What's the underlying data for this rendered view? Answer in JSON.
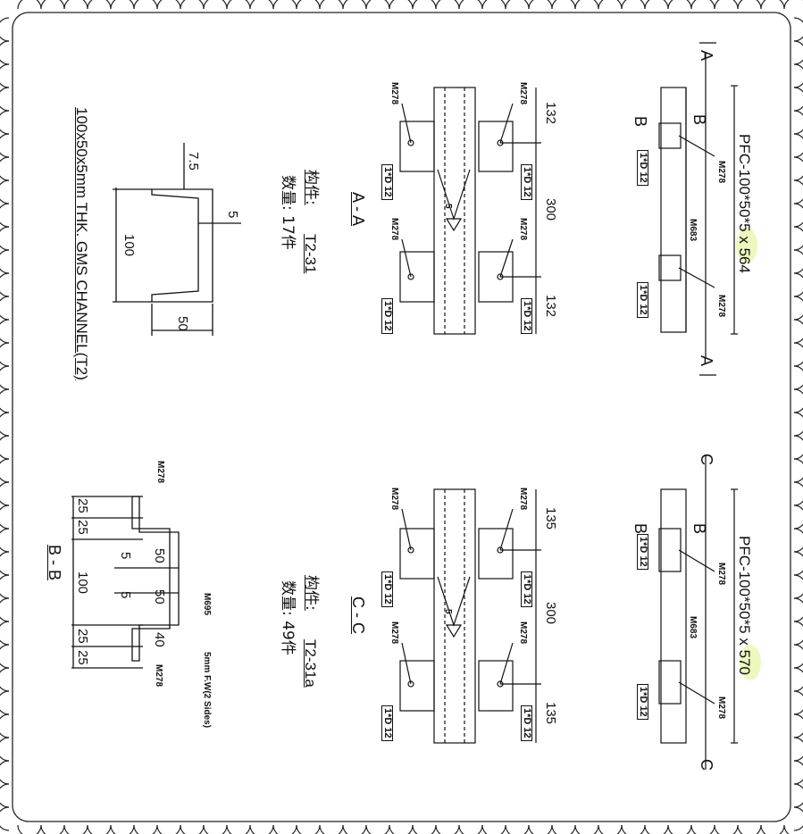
{
  "view_ac": {
    "beam_label": "PFC-100*50*5 x 564",
    "marks": {
      "left": "M278",
      "right": "M278",
      "mid": "M683"
    },
    "bolt_left": "1*D 12",
    "bolt_right": "1*D 12",
    "sect_b1": "B",
    "sect_b2": "B",
    "cut_top": "A",
    "cut_bottom": "A"
  },
  "view_cc": {
    "beam_label": "PFC-100*50*5 x 570",
    "marks": {
      "left": "M278",
      "right": "M278",
      "mid": "M683"
    },
    "bolt_left": "1*D 12",
    "bolt_right": "1*D 12",
    "sect_b1": "B",
    "sect_b2": "B",
    "cut_top": "C",
    "cut_bottom": "C"
  },
  "section_aa": {
    "title": "A - A",
    "member_label": "构件:",
    "member_id": "T2-31",
    "qty_label": "数量: 17件",
    "dims": [
      "132",
      "300",
      "132"
    ],
    "weld": "5",
    "marks": [
      "M278",
      "M278",
      "M278",
      "M278"
    ],
    "bolts": [
      "1*D 12",
      "1*D 12",
      "1*D 12",
      "1*D 12"
    ]
  },
  "section_cc": {
    "title": "C - C",
    "member_label": "构件:",
    "member_id": "T2-31a",
    "qty_label": "数量: 49件",
    "dims": [
      "135",
      "300",
      "135"
    ],
    "weld": "5",
    "marks": [
      "M278",
      "M278",
      "M278",
      "M278"
    ],
    "bolts": [
      "1*D 12",
      "1*D 12",
      "1*D 12",
      "1*D 12"
    ]
  },
  "channel_profile": {
    "title": "100x50x5mm THK. GMS CHANNEL(T2)",
    "dims": {
      "flange": "7.5",
      "web": "5",
      "height": "100",
      "width": "50"
    }
  },
  "section_bb": {
    "title": "B - B",
    "dims": [
      "25",
      "25",
      "100",
      "25",
      "25"
    ],
    "inner": [
      "5",
      "50",
      "5",
      "50",
      "40"
    ],
    "marks": [
      "M278",
      "M695",
      "M278"
    ],
    "weld_note": "5mm F.W(2 Sides)"
  }
}
